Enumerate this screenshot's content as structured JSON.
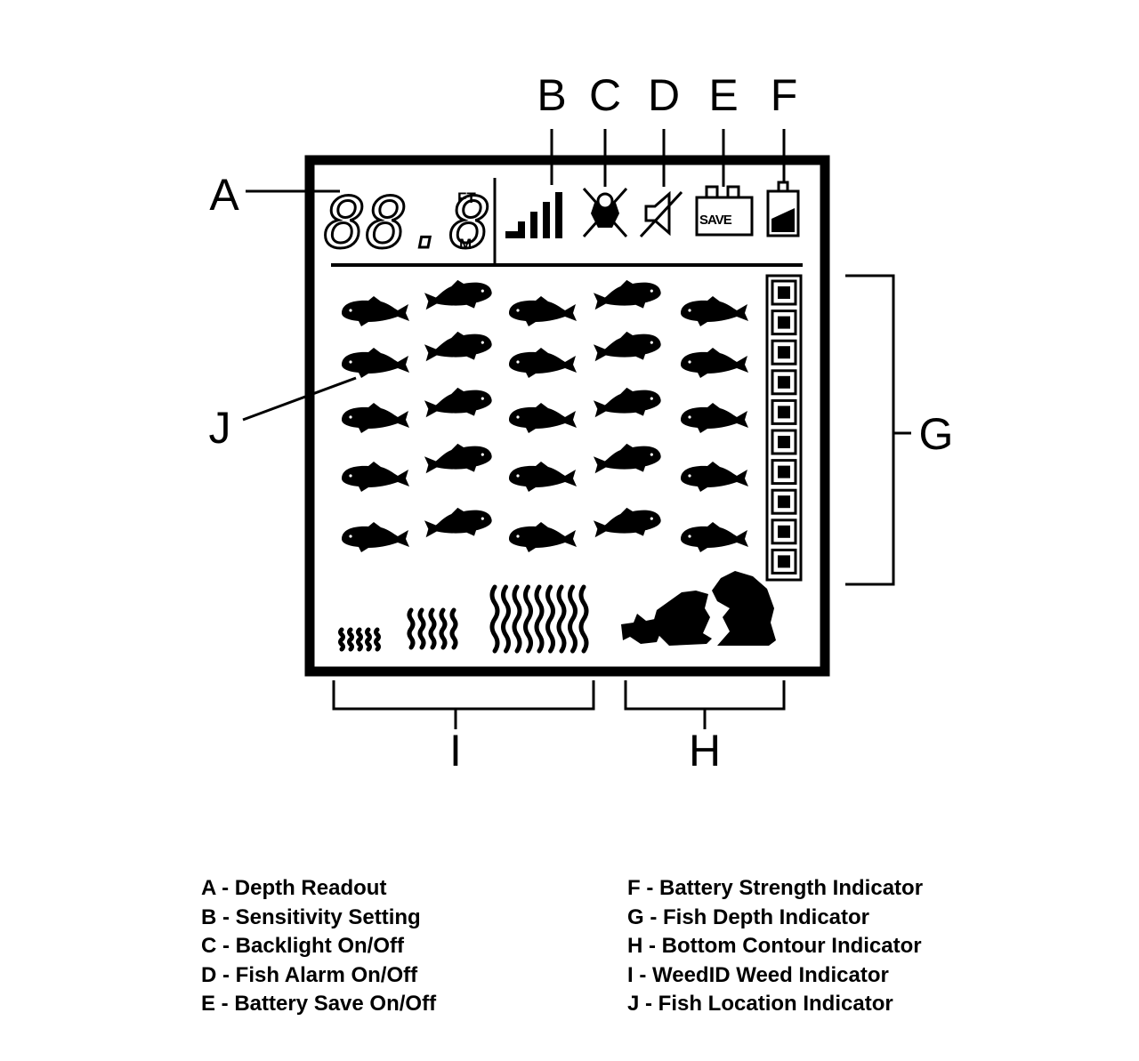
{
  "display": {
    "depth_readout": "88.8",
    "unit_ft": "FT",
    "unit_m": "M",
    "save_label": "SAVE",
    "depth_indicator_segments": 10,
    "sensitivity_bars": 5
  },
  "callouts": {
    "A": "A",
    "B": "B",
    "C": "C",
    "D": "D",
    "E": "E",
    "F": "F",
    "G": "G",
    "H": "H",
    "I": "I",
    "J": "J"
  },
  "legend": {
    "left": [
      "A - Depth Readout",
      "B - Sensitivity Setting",
      "C - Backlight On/Off",
      "D - Fish Alarm On/Off",
      "E - Battery Save On/Off"
    ],
    "right": [
      "F - Battery Strength Indicator",
      "G - Fish Depth Indicator",
      "H - Bottom Contour Indicator",
      "I - WeedID Weed Indicator",
      "J - Fish Location Indicator"
    ]
  },
  "colors": {
    "ink": "#000000",
    "background": "#ffffff"
  }
}
